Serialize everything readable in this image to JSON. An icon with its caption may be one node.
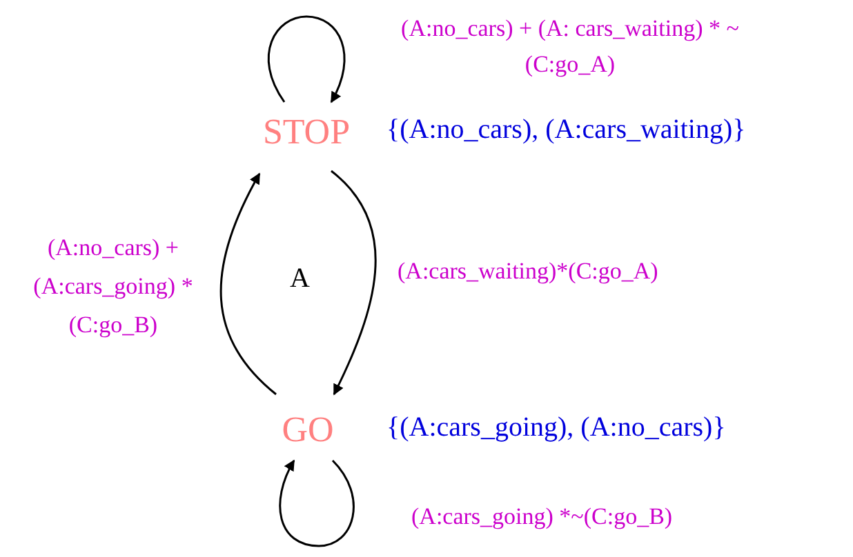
{
  "diagram": {
    "nodes": [
      {
        "text": [
          "STOP"
        ],
        "beside": [
          "{(A:no_cars), (A:cars_waiting)}"
        ]
      },
      {
        "text": [
          "GO"
        ],
        "beside": [
          "{(A:cars_going), (A:no_cars)}"
        ]
      }
    ],
    "edges": [
      {
        "from": 0,
        "to": 0,
        "arrow": "to",
        "label": "(A:no_cars) + (A: cars_waiting) * ~(C:go_A)"
      },
      {
        "from": 0,
        "to": 1,
        "arrow": "to",
        "label": "(A:cars_waiting)*(C:go_A)"
      },
      {
        "from": 1,
        "to": 0,
        "arrow": "to",
        "label": "(A:no_cars) + (A:cars_going) *(C:go_B)"
      },
      {
        "from": 1,
        "to": 1,
        "arrow": "to",
        "label": "(A:cars_going) *~(C:go_B)"
      }
    ],
    "labels": [
      "A"
    ]
  }
}
